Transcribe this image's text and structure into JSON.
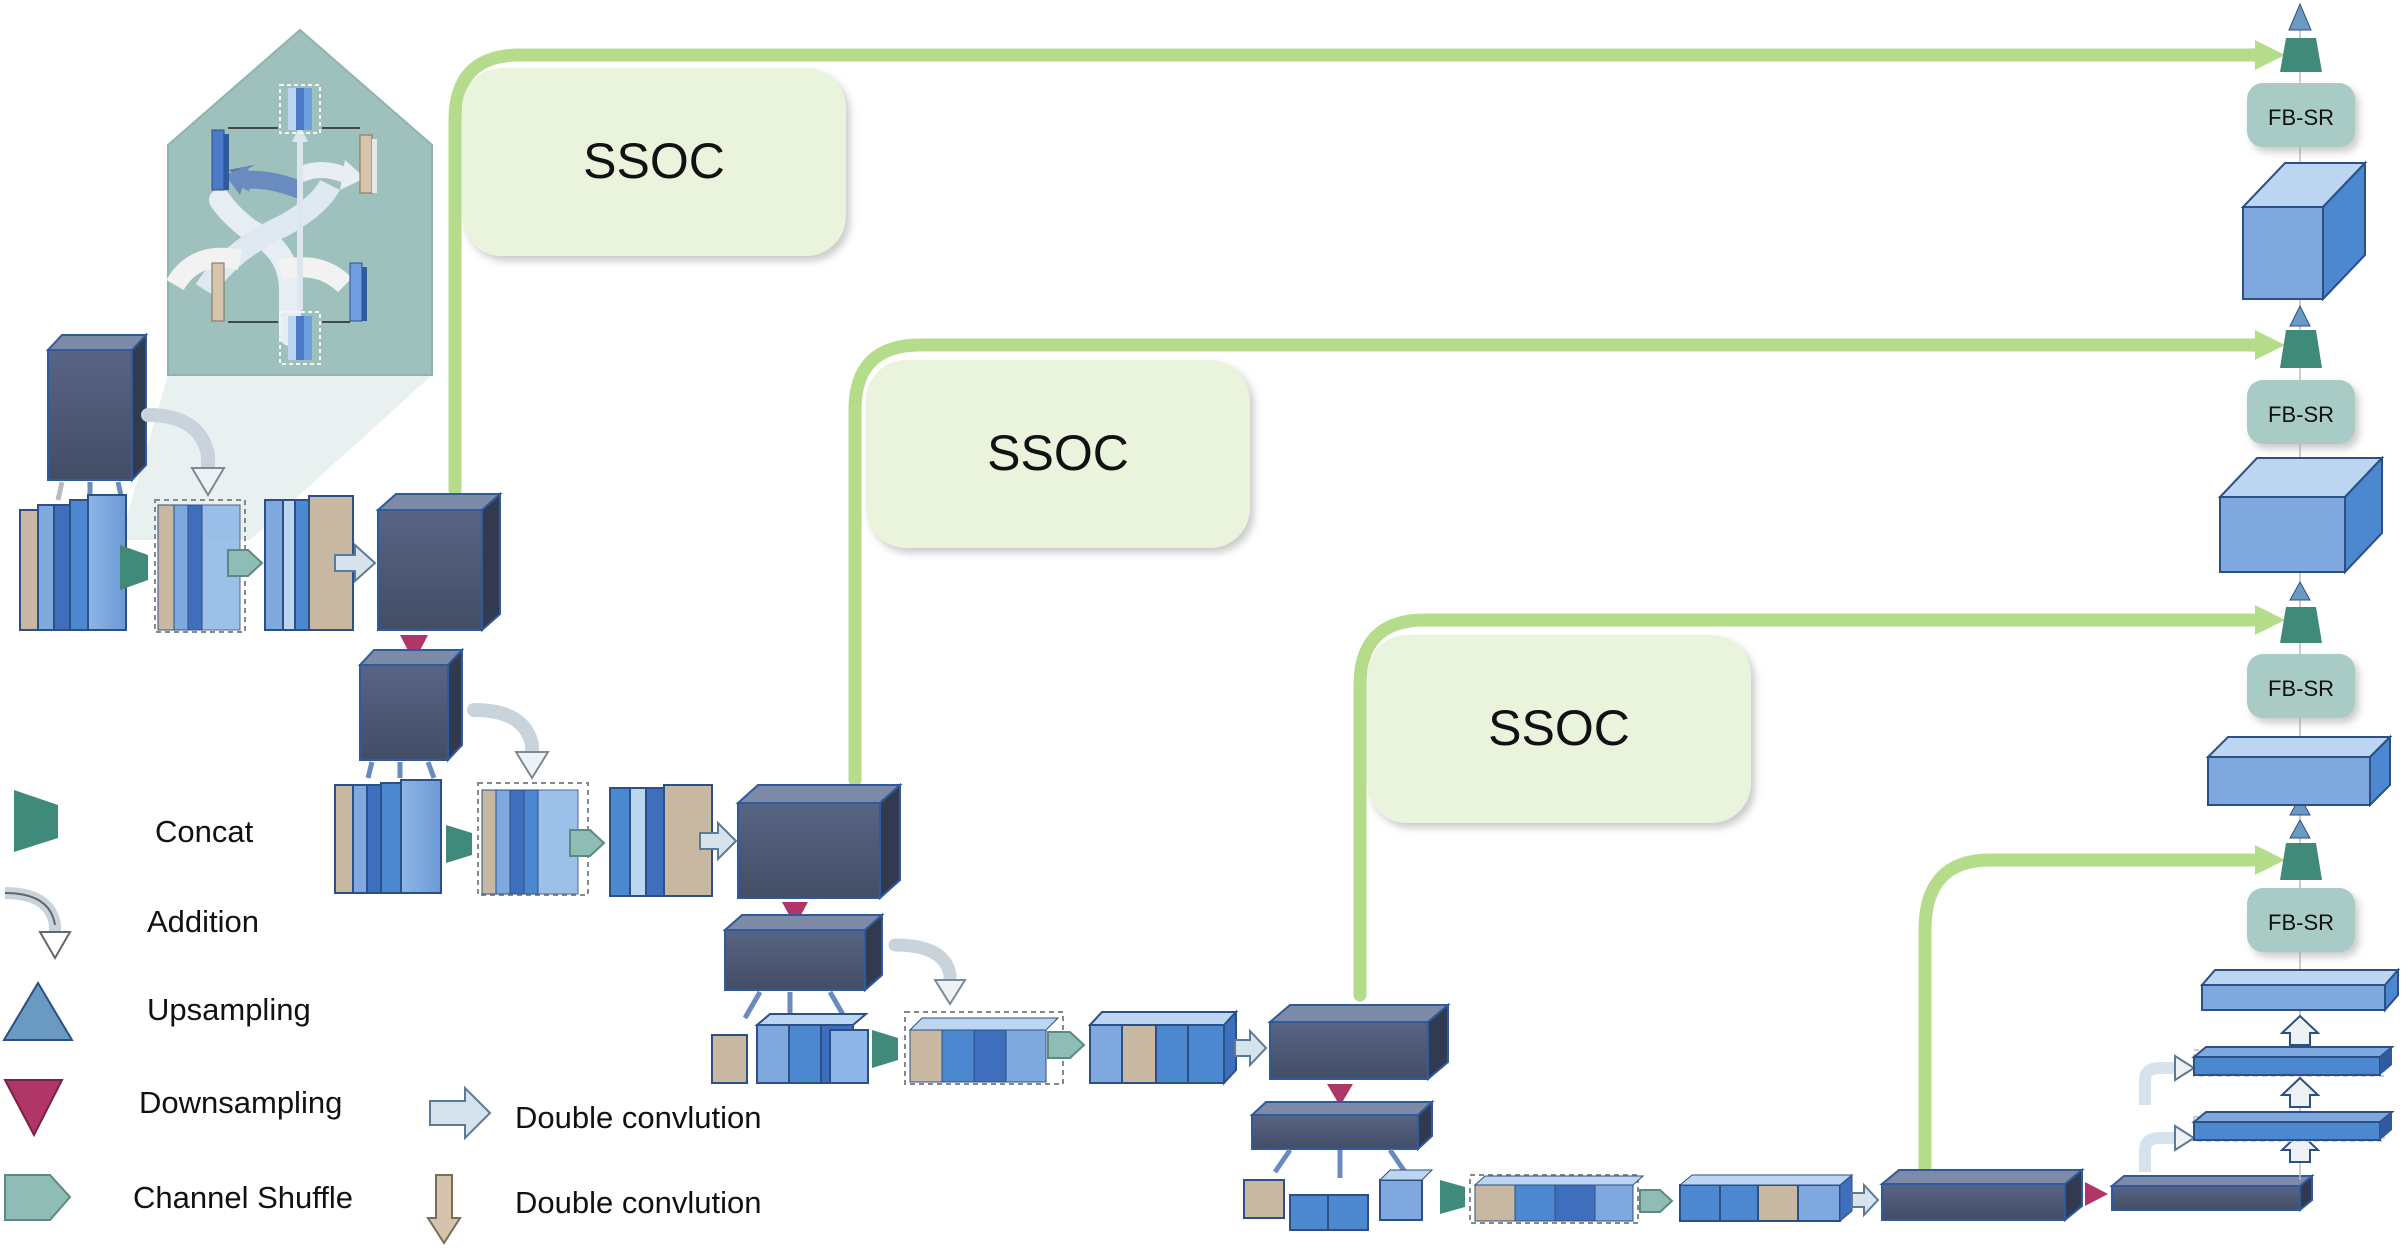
{
  "ssoc": {
    "label": "SSOC"
  },
  "fbsr": {
    "label": "FB-SR"
  },
  "legend": {
    "concat": "Concat",
    "addition": "Addition",
    "upsampling": "Upsampling",
    "downsampling": "Downsampling",
    "channel_shuffle": "Channel Shuffle",
    "double_conv_1": "Double convlution",
    "double_conv_2": "Double convlution"
  },
  "colors": {
    "dark_cube_front": "#4a5570",
    "dark_cube_top": "#7d8aa8",
    "dark_cube_side": "#323a50",
    "blue_front": "#7fa9de",
    "blue_top": "#bcd6f2",
    "blue_side": "#4c88cf",
    "beige": "#c9b8a1",
    "green_line": "#b5dc8a",
    "ssoc_fill": "#eaf4dc",
    "concat": "#3f8a78",
    "downsample": "#b03668",
    "upsample": "#6a9ac2",
    "shuffle": "#8fbcb4",
    "fbsr_fill": "#a9cbc6",
    "inset_fill": "#9fc1bd"
  }
}
